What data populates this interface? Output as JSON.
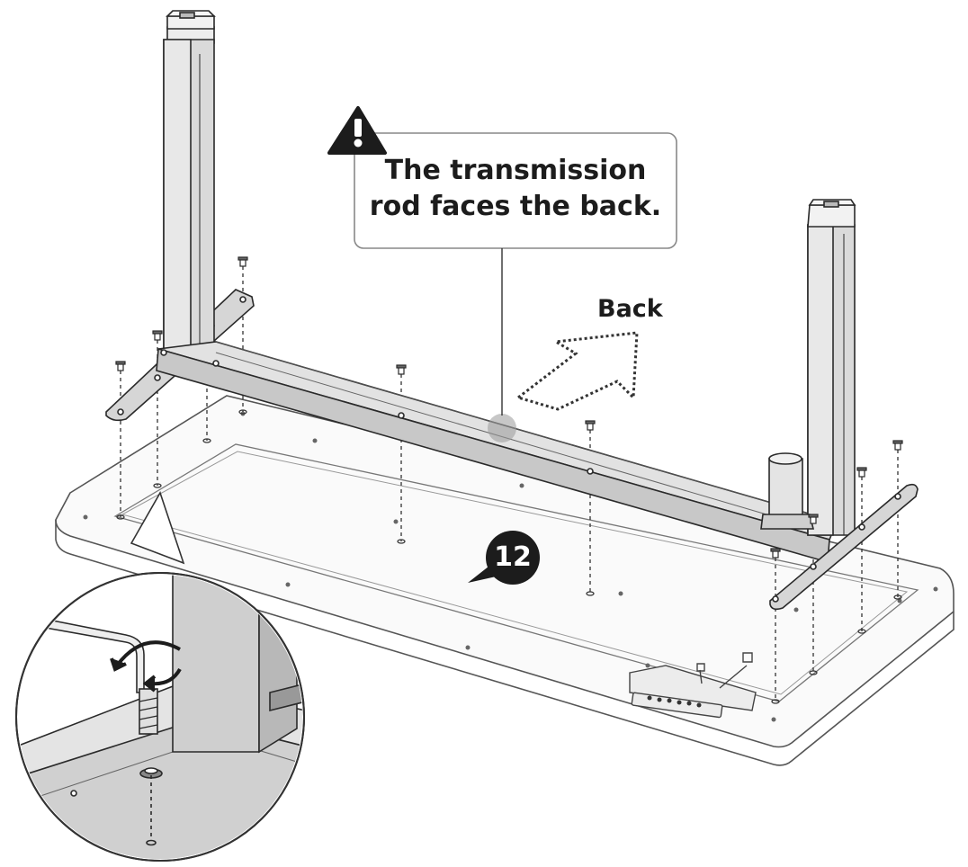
{
  "callout": {
    "line1": "The transmission",
    "line2": "rod faces the back."
  },
  "direction_label": "Back",
  "step_number": "12",
  "icons": {
    "warning": "warning-triangle-icon",
    "rotate": "rotate-arrow-icon",
    "direction": "dotted-arrow-icon"
  },
  "colors": {
    "line": "#2a2a2a",
    "frame_fill": "#d6d6d6",
    "badge": "#1c1c1c"
  }
}
